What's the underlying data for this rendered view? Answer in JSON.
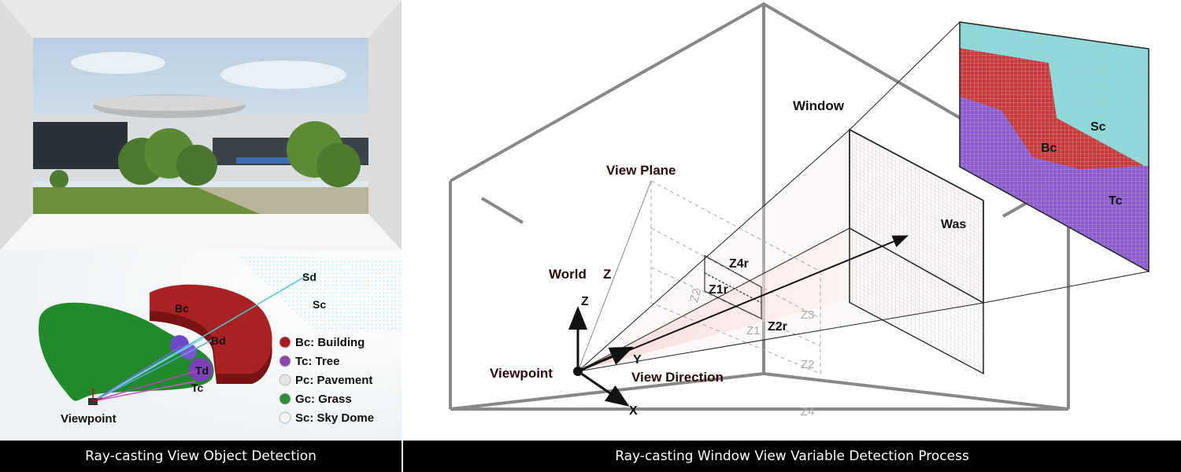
{
  "left_panel": {
    "caption": "Ray-casting View Object Detection",
    "labels": {
      "sd": "Sd",
      "sc": "Sc",
      "bc": "Bc",
      "bd": "Bd",
      "td": "Td",
      "tc": "Tc",
      "viewpoint": "Viewpoint"
    },
    "legend": [
      {
        "text": "Bc: Building",
        "color": "#a51d1d"
      },
      {
        "text": "Tc: Tree",
        "color": "#8e44ad"
      },
      {
        "text": "Pc: Pavement",
        "color": "#e6e6e6"
      },
      {
        "text": "Gc: Grass",
        "color": "#2e8b3a"
      },
      {
        "text": "Sc: Sky Dome",
        "color": "#f4f4f4"
      }
    ]
  },
  "right_panel": {
    "caption": "Ray-casting Window View Variable Detection Process",
    "labels": {
      "window": "Window",
      "view_plane": "View Plane",
      "world": "World",
      "world_z": "Z",
      "axis_z": "Z",
      "axis_y": "Y",
      "axis_x": "X",
      "viewpoint": "Viewpoint",
      "view_direction": "View Direction",
      "was": "Was",
      "z4r": "Z4r",
      "z1r": "Z1r",
      "z2r": "Z2r",
      "z1": "Z1",
      "z2_left": "Z2",
      "z3": "Z3",
      "z2_right": "Z2",
      "z4": "Z4",
      "grid_sc": "Sc",
      "grid_bc": "Bc",
      "grid_tc": "Tc"
    }
  }
}
